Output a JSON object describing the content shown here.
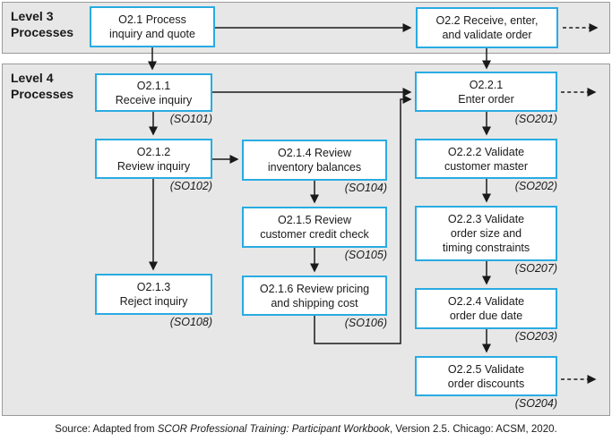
{
  "colors": {
    "box_border": "#29ABE2",
    "lane_fill": "#E7E7E7",
    "lane_border": "#9A9A9A",
    "arrow": "#1A1A1A",
    "text": "#1A1A1A"
  },
  "lanes": [
    {
      "id": "level3",
      "title": "Level 3\nProcesses"
    },
    {
      "id": "level4",
      "title": "Level 4\nProcesses"
    }
  ],
  "nodes": [
    {
      "id": "o21",
      "lane": "level3",
      "lines": [
        "O2.1 Process",
        "inquiry and quote"
      ],
      "so": ""
    },
    {
      "id": "o22",
      "lane": "level3",
      "lines": [
        "O2.2 Receive, enter,",
        "and validate order"
      ],
      "so": ""
    },
    {
      "id": "o211",
      "lane": "level4",
      "lines": [
        "O2.1.1",
        "Receive inquiry"
      ],
      "so": "(SO101)"
    },
    {
      "id": "o212",
      "lane": "level4",
      "lines": [
        "O2.1.2",
        "Review inquiry"
      ],
      "so": "(SO102)"
    },
    {
      "id": "o213",
      "lane": "level4",
      "lines": [
        "O2.1.3",
        "Reject inquiry"
      ],
      "so": "(SO108)"
    },
    {
      "id": "o214",
      "lane": "level4",
      "lines": [
        "O2.1.4 Review",
        "inventory balances"
      ],
      "so": "(SO104)"
    },
    {
      "id": "o215",
      "lane": "level4",
      "lines": [
        "O2.1.5 Review",
        "customer credit check"
      ],
      "so": "(SO105)"
    },
    {
      "id": "o216",
      "lane": "level4",
      "lines": [
        "O2.1.6 Review pricing",
        "and shipping cost"
      ],
      "so": "(SO106)"
    },
    {
      "id": "o221",
      "lane": "level4",
      "lines": [
        "O2.2.1",
        "Enter order"
      ],
      "so": "(SO201)"
    },
    {
      "id": "o222",
      "lane": "level4",
      "lines": [
        "O2.2.2 Validate",
        "customer master"
      ],
      "so": "(SO202)"
    },
    {
      "id": "o223",
      "lane": "level4",
      "lines": [
        "O2.2.3 Validate",
        "order size and",
        "timing constraints"
      ],
      "so": "(SO207)"
    },
    {
      "id": "o224",
      "lane": "level4",
      "lines": [
        "O2.2.4 Validate",
        "order due date"
      ],
      "so": "(SO203)"
    },
    {
      "id": "o225",
      "lane": "level4",
      "lines": [
        "O2.2.5 Validate",
        "order discounts"
      ],
      "so": "(SO204)"
    }
  ],
  "caption": {
    "prefix": "Source: Adapted from ",
    "italic": "SCOR Professional Training: Participant Workbook",
    "suffix": ", Version 2.5. Chicago: ACSM, 2020."
  }
}
